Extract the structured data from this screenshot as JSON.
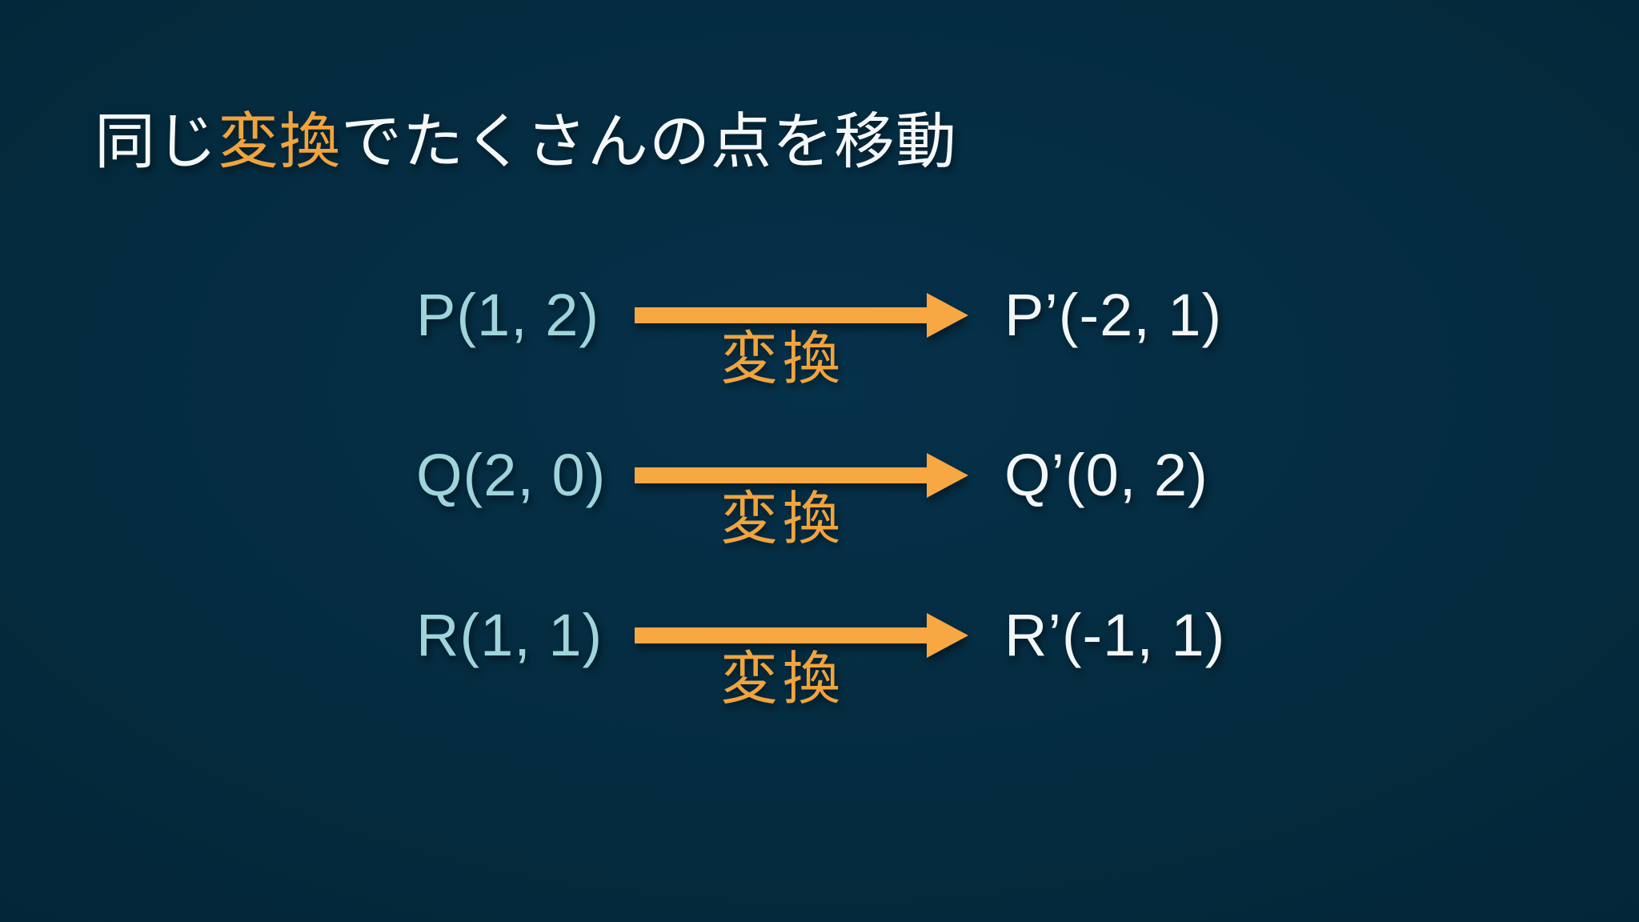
{
  "slide": {
    "title": {
      "segments": [
        {
          "text": "同じ",
          "emphasis": false
        },
        {
          "text": "変換",
          "emphasis": true
        },
        {
          "text": "でたくさんの点を移動",
          "emphasis": false
        }
      ]
    },
    "rows": [
      {
        "source": "P(1, 2)",
        "arrow_label": "変換",
        "target": "P’(-2, 1)"
      },
      {
        "source": "Q(2, 0)",
        "arrow_label": "変換",
        "target": "Q’(0, 2)"
      },
      {
        "source": "R(1, 1)",
        "arrow_label": "変換",
        "target": "R’(-1, 1)"
      }
    ],
    "colors": {
      "background": "#042a3d",
      "title_text": "#f4f8f9",
      "accent_orange": "#f0a43e",
      "arrow_orange": "#f8a843",
      "source_point_text": "#9fd4da",
      "target_point_text": "#f2f6f7"
    }
  }
}
